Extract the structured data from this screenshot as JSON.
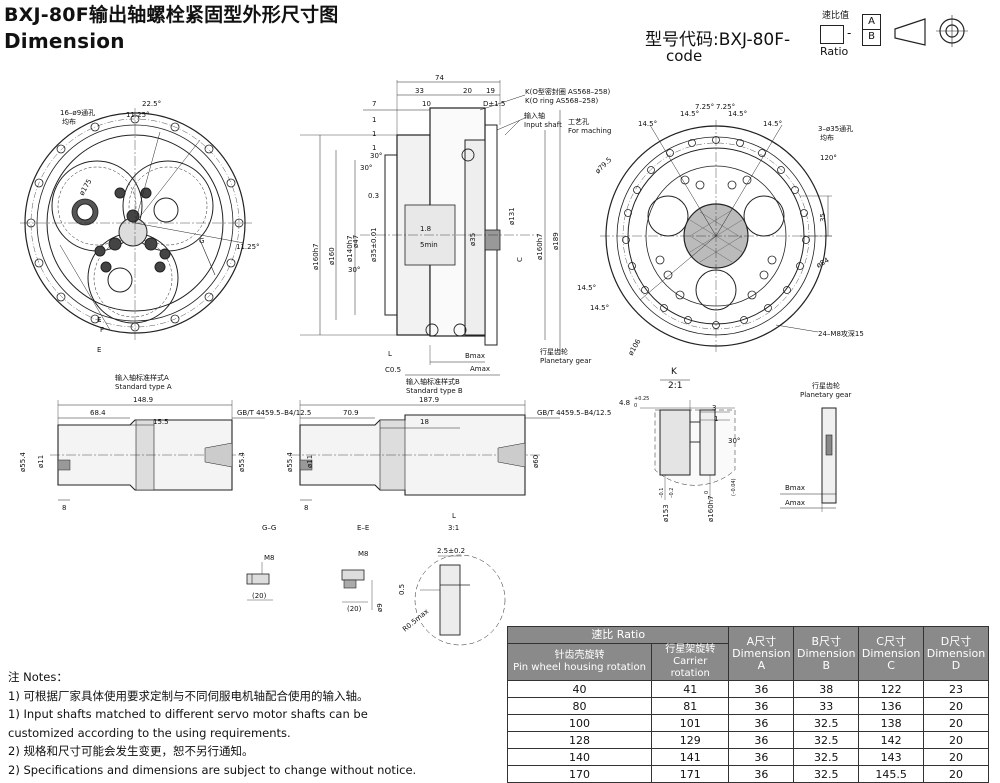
{
  "header": {
    "title_cn": "BXJ-80F输出轴螺栓紧固型外形尺寸图",
    "title_en": "Dimension",
    "model_code_cn": "型号代码:BXJ-80F-",
    "model_code_en": "code",
    "ratio_cn": "速比值",
    "ratio_en": "Ratio",
    "box_a": "A",
    "box_b": "B",
    "dash": "-"
  },
  "view_left": {
    "labels": [
      "16–ø9通孔",
      "均布",
      "22.5°",
      "11.25°",
      "ø175",
      "11.25°",
      "G",
      "E",
      "F",
      "E"
    ]
  },
  "view_center": {
    "dims": [
      "74",
      "33",
      "20",
      "19",
      "7",
      "10",
      "D±1.5",
      "1",
      "1",
      "1",
      "30°",
      "30°",
      "0.3",
      "1.8",
      "5min",
      "ø160h7",
      "ø160",
      "ø140h7",
      "ø47",
      "ø35±0.01",
      "ø35",
      "ø131",
      "ø160h7",
      "ø189",
      "30°",
      "C",
      "L",
      "C0.5",
      "Bmax",
      "Amax"
    ],
    "callouts": [
      "K(O型密封圈 AS568–258)",
      "K(O ring AS568–258)",
      "输入轴",
      "Input shaft",
      "工艺孔",
      "For maching",
      "行星齿轮",
      "Planetary gear"
    ],
    "std_b_cn": "输入轴标准样式B",
    "std_b_en": "Standard type B"
  },
  "view_right": {
    "labels": [
      "14.5°",
      "14.5°",
      "7.25°",
      "7.25°",
      "14.5°",
      "14.5°",
      "3–ø35通孔",
      "均布",
      "120°",
      "ø79.5",
      "35",
      "ø84",
      "14.5°",
      "14.5°",
      "ø106",
      "24–M8攻深15"
    ]
  },
  "shaft_a": {
    "std_cn": "输入轴标准样式A",
    "std_en": "Standard type A",
    "dims": [
      "148.9",
      "68.4",
      "15.5",
      "GB/T 4459.5–B4/12.5",
      "ø55.4",
      "ø11",
      "ø55.4",
      "8"
    ]
  },
  "shaft_b": {
    "dims": [
      "187.9",
      "70.9",
      "18",
      "GB/T 4459.5–B4/12.5",
      "ø55.4",
      "ø11",
      "ø60",
      "8"
    ]
  },
  "section_labels": {
    "gg": "G–G",
    "ee": "E–E",
    "l": "L",
    "l_scale": "3:1"
  },
  "section_dims": {
    "m8a": "M8",
    "w20a": "(20)",
    "m8b": "M8",
    "w20b": "(20)",
    "d9": "ø9",
    "d25": "2.5±0.2",
    "h05": "0.5",
    "r05": "R0.5max"
  },
  "detail_k": {
    "label": "K",
    "scale": "2:1",
    "dims": [
      "4.8",
      "+0.25",
      "0",
      "3",
      "1",
      "30°",
      "ø153",
      "–0.1",
      "–0.2",
      "ø160h7",
      "0",
      "(–0.04)"
    ]
  },
  "planetary_detail": {
    "title_cn": "行星齿轮",
    "title_en": "Planetary gear",
    "bmax": "Bmax",
    "amax": "Amax"
  },
  "notes": {
    "title": "注 Notes：",
    "lines": [
      "1) 可根据厂家具体使用要求定制与不同伺服电机轴配合使用的输入轴。",
      "1) Input shafts matched to different  servo motor shafts can be",
      "customized according to the using requirements.",
      "2) 规格和尺寸可能会发生变更，恕不另行通知。",
      "2) Specifications and dimensions are subject to change without notice."
    ]
  },
  "table": {
    "ratio_header": "速比 Ratio",
    "pin_cn": "针齿壳旋转",
    "pin_en": "Pin wheel housing rotation",
    "carrier_cn": "行星架旋转",
    "carrier_en": "Carrier rotation",
    "a_cn": "A尺寸",
    "a_en": "Dimension",
    "a_l": "A",
    "b_cn": "B尺寸",
    "b_en": "Dimension",
    "b_l": "B",
    "c_cn": "C尺寸",
    "c_en": "Dimension",
    "c_l": "C",
    "d_cn": "D尺寸",
    "d_en": "Dimension",
    "d_l": "D",
    "rows": [
      [
        "40",
        "41",
        "36",
        "38",
        "122",
        "23"
      ],
      [
        "80",
        "81",
        "36",
        "33",
        "136",
        "20"
      ],
      [
        "100",
        "101",
        "36",
        "32.5",
        "138",
        "20"
      ],
      [
        "128",
        "129",
        "36",
        "32.5",
        "142",
        "20"
      ],
      [
        "140",
        "141",
        "36",
        "32.5",
        "143",
        "20"
      ],
      [
        "170",
        "171",
        "36",
        "32.5",
        "145.5",
        "20"
      ]
    ]
  }
}
